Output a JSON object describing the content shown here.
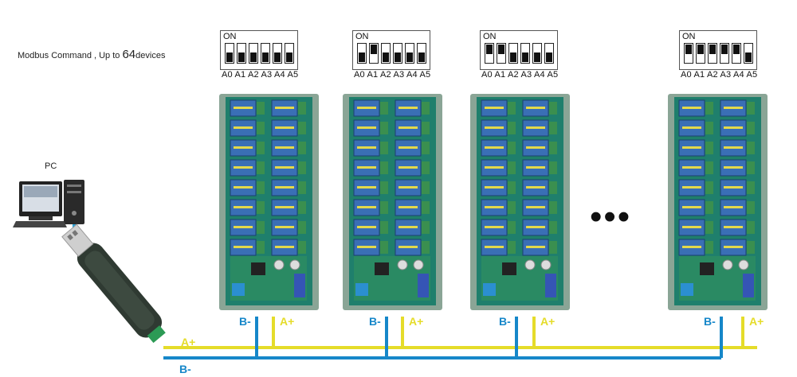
{
  "caption": {
    "text": "Modbus Command , Up to ",
    "count": "64",
    "suffix": "devices"
  },
  "pc_label": "PC",
  "dip_on_label": "ON",
  "address_labels": "A0 A1 A2 A3 A4 A5",
  "ellipsis": "•••",
  "wire_labels": {
    "a": "A+",
    "b": "B-"
  },
  "colors": {
    "wire_a": "#e5dc2a",
    "wire_b": "#1687c9",
    "board": "#1f7f6c",
    "rail": "#8aa596",
    "relay": "#3a6fb5"
  },
  "devices": [
    {
      "dip": [
        "down",
        "down",
        "down",
        "down",
        "down",
        "down"
      ]
    },
    {
      "dip": [
        "down",
        "up",
        "down",
        "down",
        "down",
        "down"
      ]
    },
    {
      "dip": [
        "up",
        "up",
        "down",
        "down",
        "down",
        "down"
      ]
    },
    {
      "dip": [
        "up",
        "up",
        "up",
        "up",
        "up",
        "down"
      ]
    }
  ],
  "usb_wire_labels": {
    "a": "A+",
    "b": "B-"
  }
}
